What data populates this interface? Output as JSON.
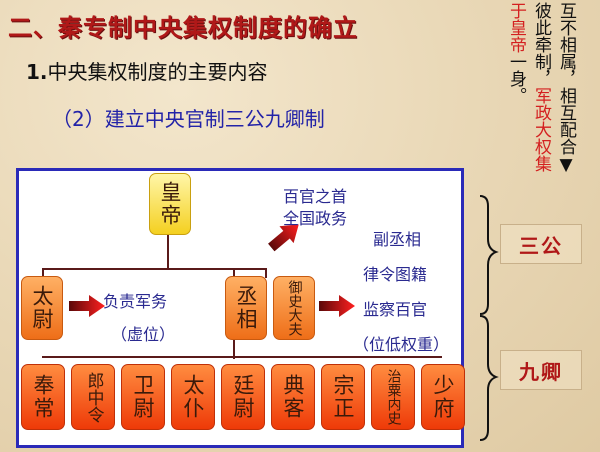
{
  "header": {
    "title": "二、秦专制中央集权制度的确立",
    "subtitle_num": "1.",
    "subtitle_text": "中央集权制度的主要内容",
    "section": "（2）建立中央官制三公九卿制"
  },
  "side_note": {
    "col1": "互不相属，相互配合▼",
    "col2_black": "彼此牵制，",
    "col2_red": "军政大权集",
    "col3_red": "于皇帝",
    "col3_black": "一身。"
  },
  "diagram": {
    "emperor": "皇帝",
    "taiwei": "太尉",
    "taiwei_desc1": "负责军务",
    "taiwei_desc2": "（虚位）",
    "chengxiang": "丞相",
    "chengxiang_desc1": "百官之首",
    "chengxiang_desc2": "全国政务",
    "yushi": "御史大夫",
    "yushi_desc1": "副丞相",
    "yushi_desc2": "律令图籍",
    "yushi_desc3": "监察百官",
    "yushi_desc4": "（位低权重）",
    "nine_ministers": [
      "奉常",
      "郎中令",
      "卫尉",
      "太仆",
      "廷尉",
      "典客",
      "宗正",
      "治粟内史",
      "少府"
    ]
  },
  "tags": {
    "three_dukes": "三公",
    "nine_ministers": "九卿"
  },
  "colors": {
    "title_red": "#b01818",
    "section_blue": "#2323a8",
    "box_border": "#2a2ab8",
    "emperor_yellow": "#f4d020",
    "node_orange": "#ee6e18",
    "nine_red": "#ee3a08"
  }
}
